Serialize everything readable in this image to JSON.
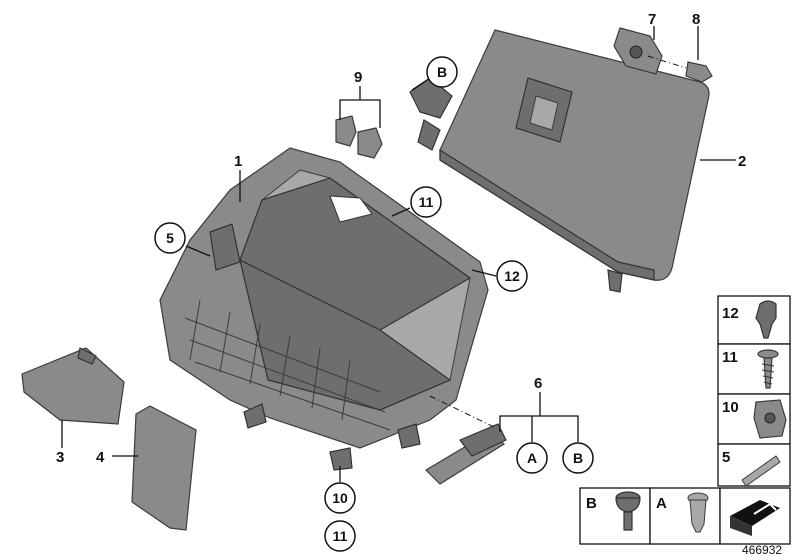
{
  "labels": {
    "n1": "1",
    "n2": "2",
    "n3": "3",
    "n4": "4",
    "n5": "5",
    "n6": "6",
    "n7": "7",
    "n8": "8",
    "n9": "9",
    "n10": "10",
    "n11a": "11",
    "n11b": "11",
    "n12": "12",
    "cA": "A",
    "cB": "B",
    "cB_top": "B",
    "c10": "10",
    "c11": "11"
  },
  "legend": {
    "i12": "12",
    "i11": "11",
    "i10": "10",
    "i5": "5",
    "iB": "B",
    "iA": "A"
  },
  "doc_id": "466932"
}
